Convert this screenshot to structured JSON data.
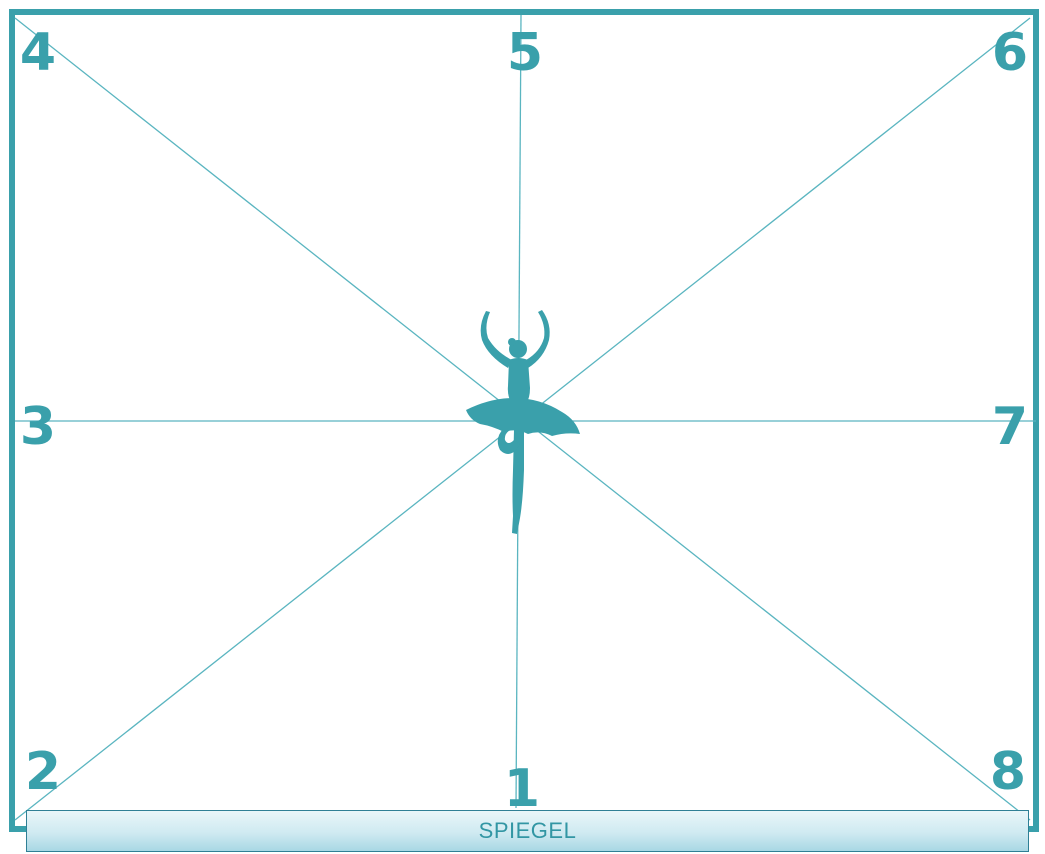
{
  "room": {
    "corner_labels": [
      "1",
      "2",
      "3",
      "4",
      "5",
      "6",
      "7",
      "8"
    ],
    "mirror_label": "SPIEGEL"
  },
  "colors": {
    "accent": "#3aa0ab",
    "line": "#5ab5c0",
    "mirror_border": "#2f7f95"
  },
  "icons": {
    "center_figure": "ballerina-silhouette-icon"
  }
}
